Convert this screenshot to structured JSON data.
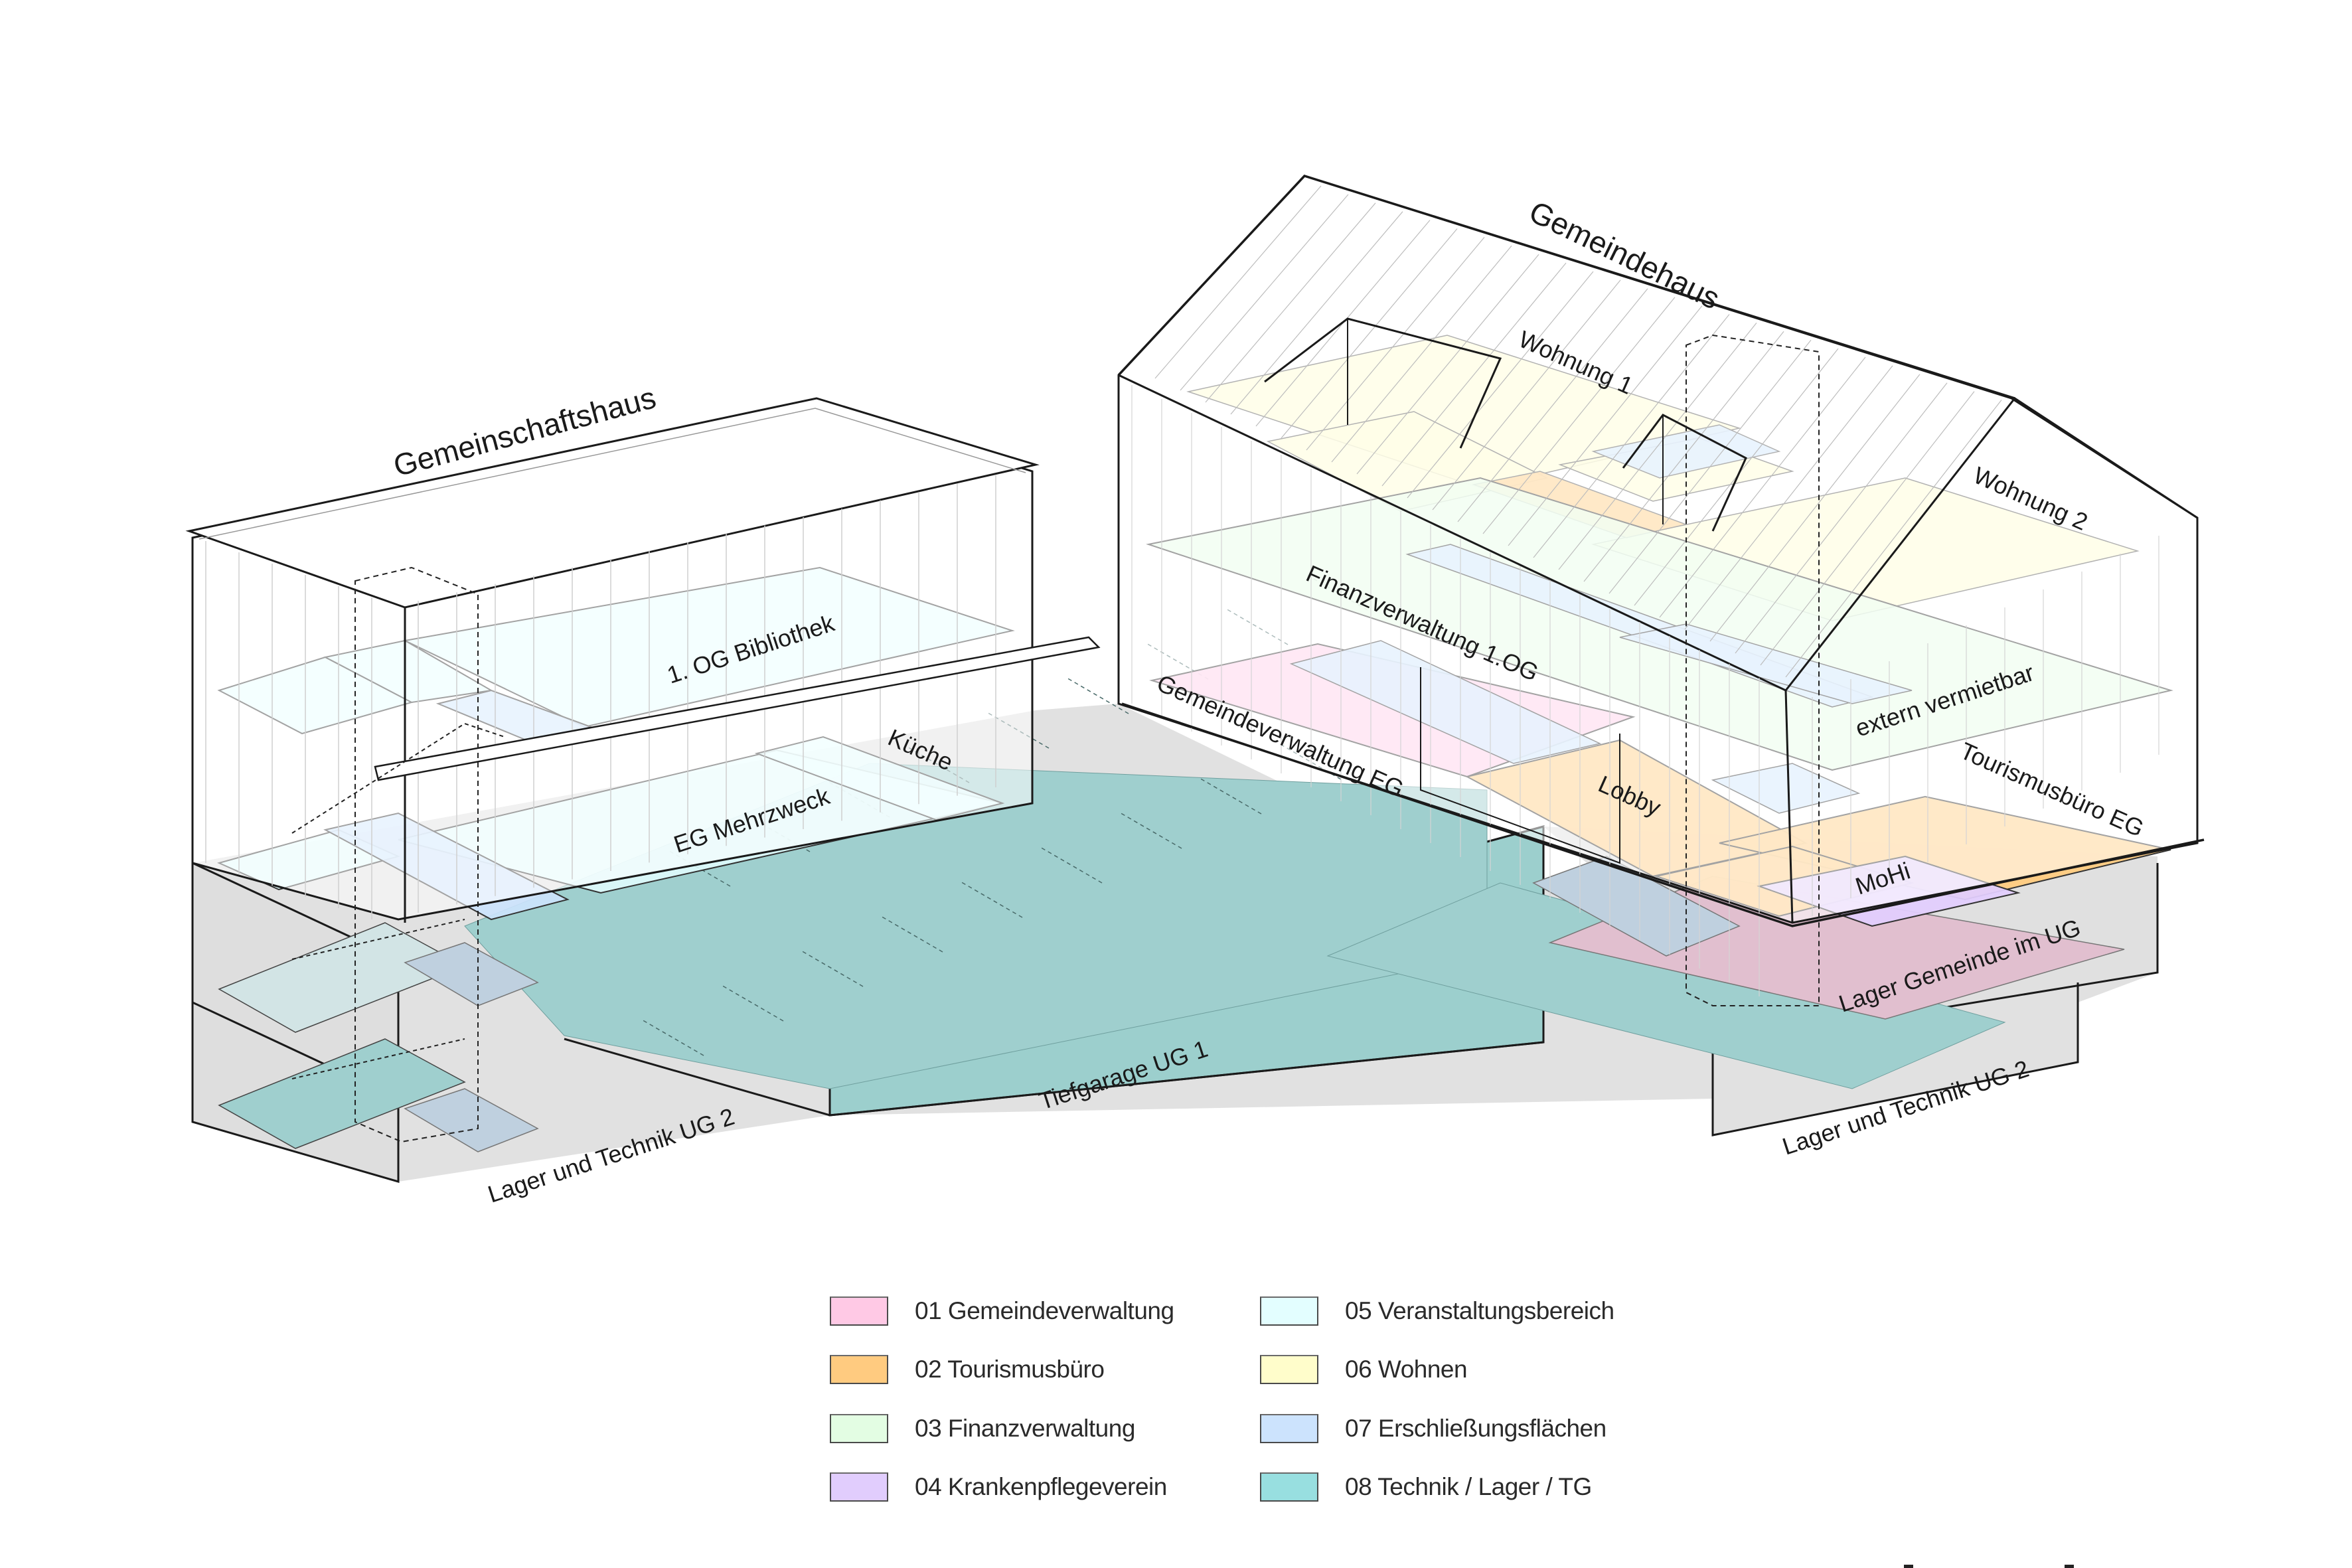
{
  "diagram": {
    "buildings": {
      "left": {
        "title": "Gemeinschaftshaus"
      },
      "right": {
        "title": "Gemeindehaus"
      }
    },
    "room_labels": {
      "og_bibliothek": "1. OG Bibliothek",
      "kueche": "Küche",
      "eg_mehrzweck": "EG Mehrzweck",
      "lager_technik_ug2_left": "Lager und Technik UG 2",
      "tiefgarage_ug1": "Tiefgarage UG 1",
      "wohnung_1": "Wohnung 1",
      "wohnung_2": "Wohnung 2",
      "finanzverwaltung_1og": "Finanzverwaltung 1.OG",
      "extern_vermietbar": "extern vermietbar",
      "gemeindeverwaltung_eg": "Gemeindeverwaltung EG",
      "lobby": "Lobby",
      "tourismusbuero_eg": "Tourismusbüro EG",
      "mohi": "MoHi",
      "lager_gemeinde_ug": "Lager Gemeinde im UG",
      "lager_technik_ug2_right": "Lager und Technik UG 2"
    }
  },
  "legend": {
    "items": [
      {
        "code": "01",
        "label": "01 Gemeindeverwaltung",
        "color": "#ffc9e5"
      },
      {
        "code": "02",
        "label": "02 Tourismusbüro",
        "color": "#ffcb80"
      },
      {
        "code": "03",
        "label": "03 Finanzverwaltung",
        "color": "#e3fde3"
      },
      {
        "code": "04",
        "label": "04 Krankenpflegeverein",
        "color": "#e1cdfd"
      },
      {
        "code": "05",
        "label": "05 Veranstaltungsbereich",
        "color": "#e3feff"
      },
      {
        "code": "06",
        "label": "06 Wohnen",
        "color": "#fffdcb"
      },
      {
        "code": "07",
        "label": "07 Erschließungsflächen",
        "color": "#cce3fd"
      },
      {
        "code": "08",
        "label": "08 Technik / Lager / TG",
        "color": "#98dfe0"
      }
    ]
  },
  "colors": {
    "ground": "#e1e1e1",
    "outline": "#1a1a1a",
    "tg_floor": "#9fcfce"
  }
}
